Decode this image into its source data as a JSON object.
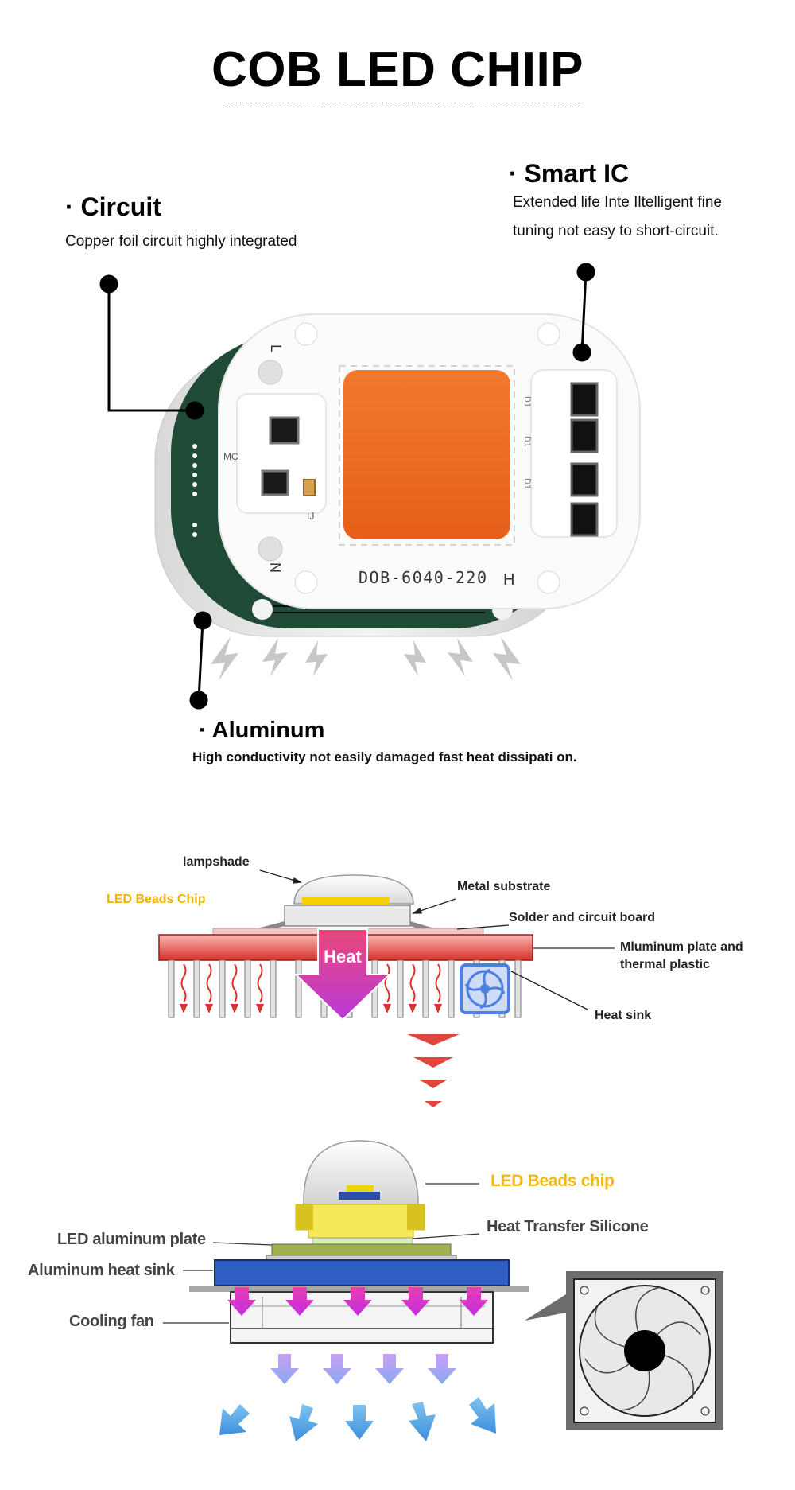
{
  "title": "COB LED CHIIP",
  "callouts": {
    "circuit": {
      "heading": "· Circuit",
      "body": "Copper foil circuit  highly integrated"
    },
    "smart_ic": {
      "heading": "· Smart IC",
      "lines": [
        "Extended life Inte  Iltelligent fine",
        "tuning  not easy to short-circuit."
      ]
    },
    "aluminum": {
      "heading": "· Aluminum",
      "body": "High conductivity not easily  damaged fast heat dissipati  on."
    }
  },
  "chip": {
    "model_marking": "DOB-6040-220",
    "h_marking": "H",
    "n_marking": "N",
    "l_marking": "L",
    "j_marking": "IJ",
    "mc_marking": "MC",
    "d_marking": "D1"
  },
  "diagram1": {
    "lampshade": "lampshade",
    "metal_substrate": "Metal substrate",
    "led_beads_chip": "LED Beads Chip",
    "solder_board": "Solder and circuit board",
    "aluminum_plate_lines": [
      "Mluminum plate and",
      "thermal plastic"
    ],
    "heat_sink": "Heat sink",
    "heat_arrow": "Heat"
  },
  "diagram2": {
    "led_beads_chip": "LED Beads chip",
    "heat_transfer_silicone": "Heat Transfer Silicone",
    "led_aluminum_plate": "LED aluminum plate",
    "aluminum_heat_sink": "Aluminum heat sink",
    "cooling_fan": "Cooling fan"
  },
  "colors": {
    "pcb_green": "#1f4a35",
    "led_orange": "#ee6a1f",
    "heat_red": "#d9312b",
    "heat_magenta": "#c436d6",
    "sink_blue": "#2f5fc4",
    "label_yellow": "#f0b100",
    "fan_blue": "#4c7fe0",
    "arrow_cyan": "#5aa9e6",
    "arrow_violet": "#b996f0"
  }
}
